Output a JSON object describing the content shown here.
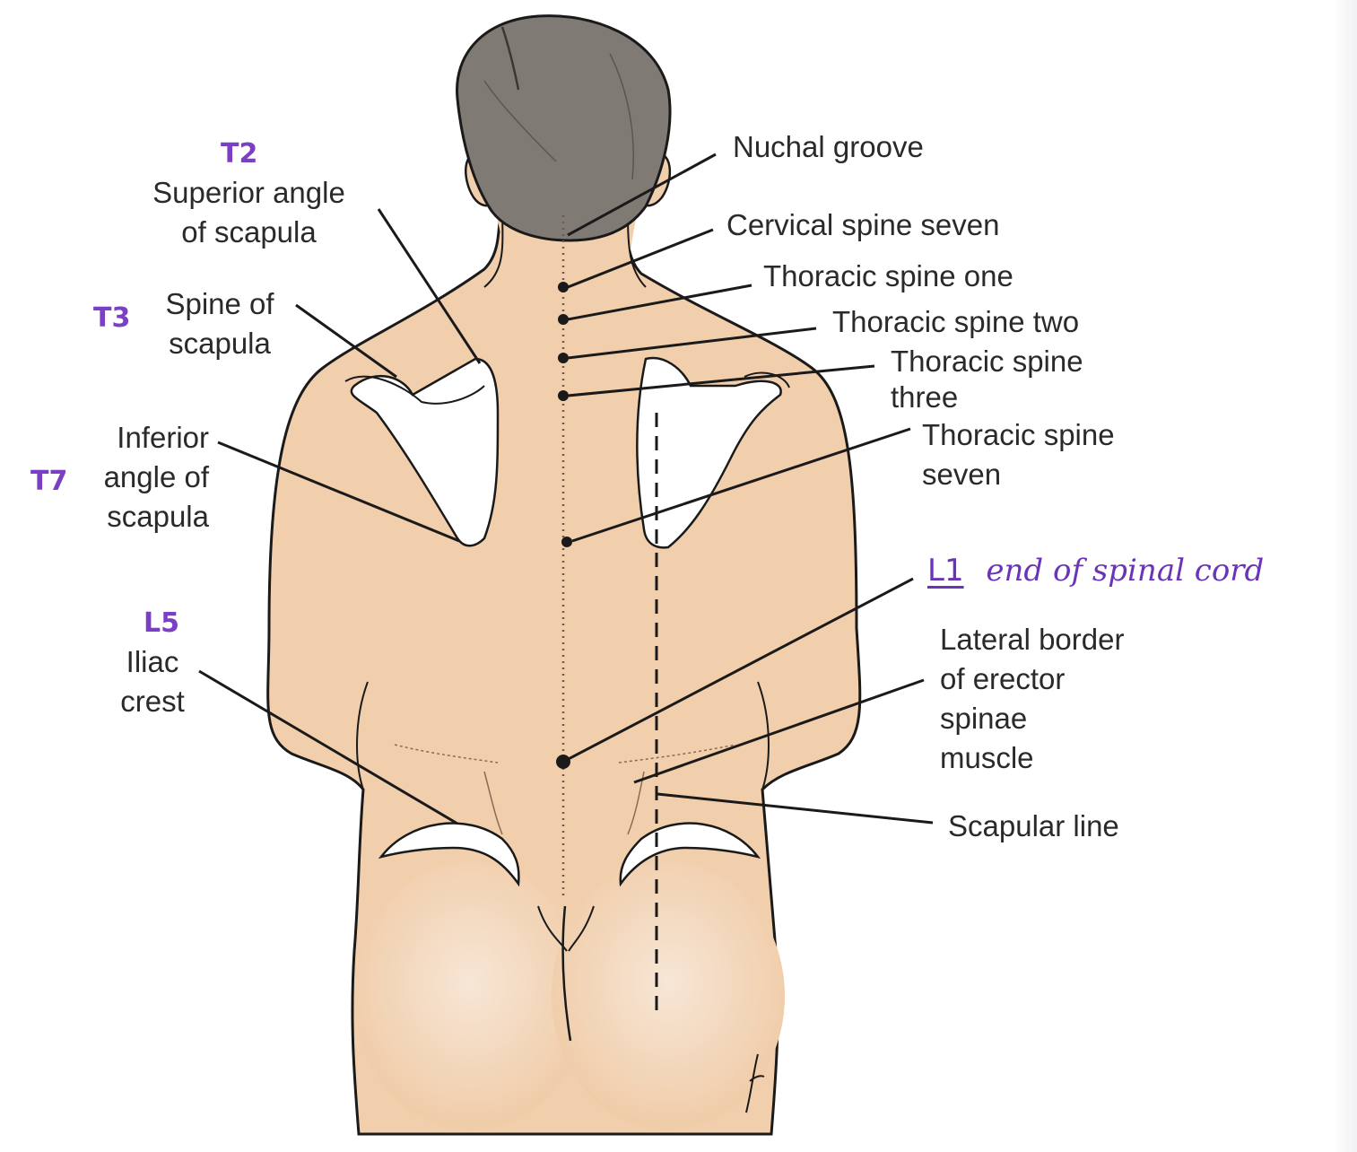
{
  "labels": {
    "nuchal_groove": "Nuchal groove",
    "cervical_spine_seven": "Cervical spine seven",
    "thoracic_spine_one": "Thoracic spine one",
    "thoracic_spine_two": "Thoracic spine two",
    "thoracic_spine_three": [
      "Thoracic spine",
      "three"
    ],
    "thoracic_spine_seven": [
      "Thoracic spine",
      "seven"
    ],
    "superior_angle": [
      "Superior angle",
      "of scapula"
    ],
    "spine_of_scapula": [
      "Spine of",
      "scapula"
    ],
    "inferior_angle": [
      "Inferior",
      "angle of",
      "scapula"
    ],
    "iliac_crest": [
      "Iliac",
      "crest"
    ],
    "lateral_border": [
      "Lateral border",
      "of erector",
      "spinae",
      "muscle"
    ],
    "scapular_line": "Scapular line"
  },
  "handwritten": {
    "t2": "T2",
    "t3": "T3",
    "t7": "T7",
    "l5": "L5",
    "l1": "L1",
    "end_of_spinal_cord": "end of spinal cord"
  },
  "colors": {
    "skin": "#f2cfac",
    "hair": "#7f7a74",
    "annotation": "#7a3fc4",
    "line": "#1a1a1a"
  }
}
